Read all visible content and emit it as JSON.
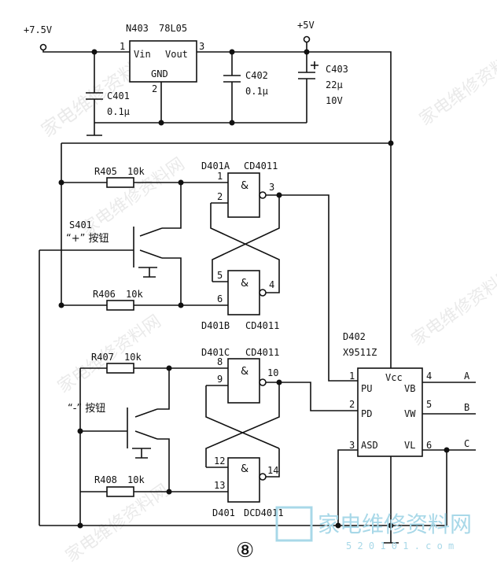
{
  "regulator": {
    "ref": "N403",
    "part": "78L05",
    "pin_in": "Vin",
    "pin_out": "Vout",
    "pin_gnd": "GND",
    "pin1": "1",
    "pin2": "2",
    "pin3": "3"
  },
  "rails": {
    "in_label": "+7.5V",
    "out_label": "+5V"
  },
  "caps": {
    "c401": {
      "ref": "C401",
      "value": "0.1μ"
    },
    "c402": {
      "ref": "C402",
      "value": "0.1μ"
    },
    "c403": {
      "ref": "C403",
      "value": "22μ",
      "volt": "10V"
    }
  },
  "resistors": [
    {
      "ref": "R405",
      "value": "10k"
    },
    {
      "ref": "R406",
      "value": "10k"
    },
    {
      "ref": "R407",
      "value": "10k"
    },
    {
      "ref": "R408",
      "value": "10k"
    }
  ],
  "switches": {
    "s401_ref": "S401",
    "s401_label": "“+” 按钮",
    "minus_label": "“-” 按钮"
  },
  "gates": {
    "g1": {
      "ref": "D401A",
      "part": "CD4011",
      "pins": [
        "1",
        "2",
        "3"
      ]
    },
    "g2": {
      "ref": "D401B",
      "part": "CD4011",
      "pins": [
        "5",
        "6",
        "4"
      ]
    },
    "g3": {
      "ref": "D401C",
      "part": "CD4011",
      "pins": [
        "8",
        "9",
        "10"
      ]
    },
    "g4": {
      "ref": "D401",
      "part": "DCD4011",
      "pins": [
        "12",
        "13",
        "14"
      ]
    },
    "and_symbol": "&"
  },
  "pot": {
    "ref": "D402",
    "part": "X9511Z",
    "pins": {
      "vcc": "Vcc",
      "pu": "PU",
      "pd": "PD",
      "asd": "ASD",
      "vb": "VB",
      "vw": "VW",
      "vl": "VL"
    },
    "nums": {
      "pu": "1",
      "pd": "2",
      "asd": "3",
      "vb": "4",
      "vw": "5",
      "vl": "6"
    }
  },
  "outputs": {
    "a": "A",
    "b": "B",
    "c": "C"
  },
  "figure_number": "⑧",
  "watermark": {
    "cn": "家电维修资料网",
    "url": "5 2 0 1 0 1 . c o m"
  }
}
